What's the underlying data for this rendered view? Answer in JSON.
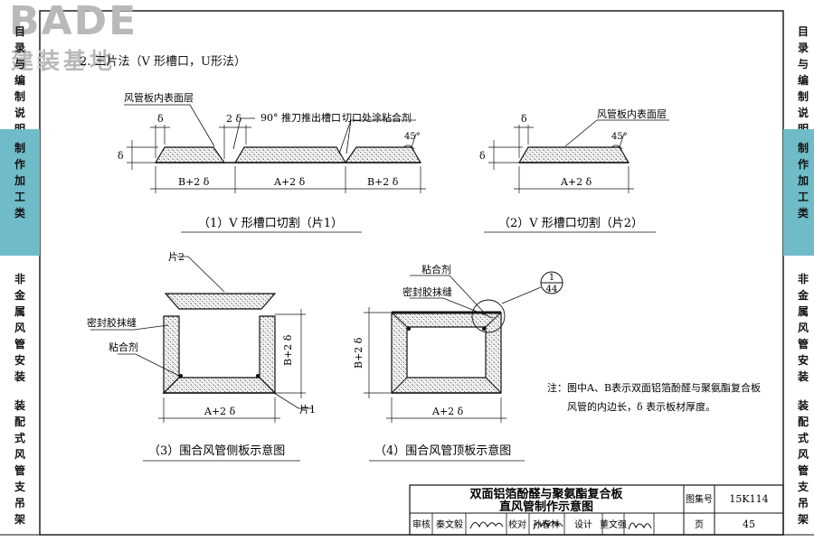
{
  "logo": {
    "main": "BADE",
    "sub": "建装基地"
  },
  "section_title": "2. 三片法（V 形槽口，U形法）",
  "side_nav": [
    {
      "label": "目录与编制说明",
      "active": false
    },
    {
      "label": "制作加工类",
      "active": true
    },
    {
      "label": "非金属风管安装",
      "active": false
    },
    {
      "label": "装配式风管支吊架",
      "active": false
    }
  ],
  "fig1": {
    "caption": "（1）V 形槽口切割（片1）",
    "label_inner_face": "风管板内表面层",
    "label_cut": "90° 推刀推出槽口",
    "label_glue": "切口处涂粘合剂",
    "dim_delta": "δ",
    "dim_2delta": "2 δ",
    "angle": "45°",
    "dim_left": "B+2 δ",
    "dim_mid": "A+2 δ",
    "dim_right": "B+2 δ"
  },
  "fig2": {
    "caption": "（2）V 形槽口切割（片2）",
    "label_inner_face": "风管板内表面层",
    "dim_delta": "δ",
    "angle": "45°",
    "dim_bottom": "A+2 δ"
  },
  "fig3": {
    "caption": "（3）围合风管侧板示意图",
    "label_piece2": "片2",
    "label_sealant": "密封胶抹缝",
    "label_glue": "粘合剂",
    "label_piece1": "片1",
    "dim_height": "B+2 δ",
    "dim_width": "A+2 δ"
  },
  "fig4": {
    "caption": "（4）围合风管顶板示意图",
    "label_glue": "粘合剂",
    "label_sealant": "密封胶抹缝",
    "detail_top": "1",
    "detail_bottom": "44",
    "dim_height": "B+2 δ",
    "dim_width": "A+2 δ"
  },
  "note": {
    "line1": "注：图中A、B表示双面铝箔酚醛与聚氨酯复合板",
    "line2": "风管的内边长，δ 表示板材厚度。"
  },
  "title_block": {
    "title_line1": "双面铝箔酚醛与聚氨酯复合板",
    "title_line2": "直风管制作示意图",
    "atlas_label": "图集号",
    "atlas_no": "15K114",
    "review_label": "审核",
    "review_name": "秦文毅",
    "check_label": "校对",
    "check_name": "孙春林",
    "design_label": "设计",
    "design_name": "董文强",
    "page_label": "页",
    "page_no": "45"
  }
}
